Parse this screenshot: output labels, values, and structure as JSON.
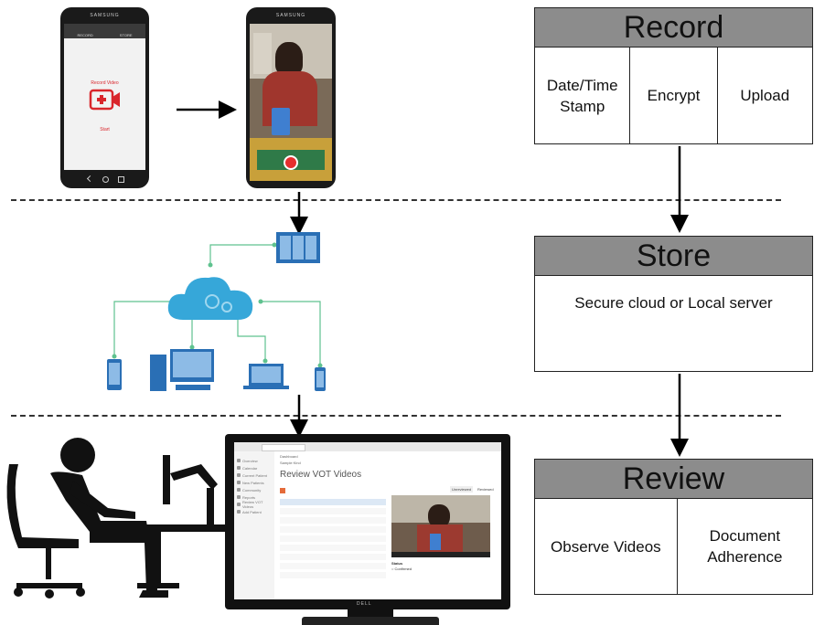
{
  "stages": {
    "record": {
      "title": "Record",
      "steps": [
        "Date/Time\nStamp",
        "Encrypt",
        "Upload"
      ]
    },
    "store": {
      "title": "Store",
      "description": "Secure cloud or Local server"
    },
    "review": {
      "title": "Review",
      "steps": [
        "Observe Videos",
        "Document\nAdherence"
      ]
    }
  },
  "phone_app": {
    "brand": "SAMSUNG",
    "tab_left": "RECORD",
    "tab_right": "STORE",
    "record_label": "Record Video",
    "start_label": "Start"
  },
  "monitor": {
    "brand": "DELL",
    "page_title": "Review VOT Videos",
    "breadcrumb": "Dashboard",
    "subtitle": "Sample Kind",
    "nav_items": [
      "Overview",
      "Calendar",
      "Current Patient",
      "New Patients",
      "Community",
      "Reports",
      "Review VOT Videos",
      "Add Patient"
    ],
    "status_label": "Status",
    "status_value": "○ Confirmed",
    "tab_unreviewed": "Unreviewed",
    "tab_reviewed": "Reviewed"
  },
  "colors": {
    "stage_header": "#8c8c8c",
    "cloud": "#36a7d9",
    "network_line": "#5fc28f",
    "device_blue": "#2a6fb5",
    "record_red": "#d9262c"
  }
}
